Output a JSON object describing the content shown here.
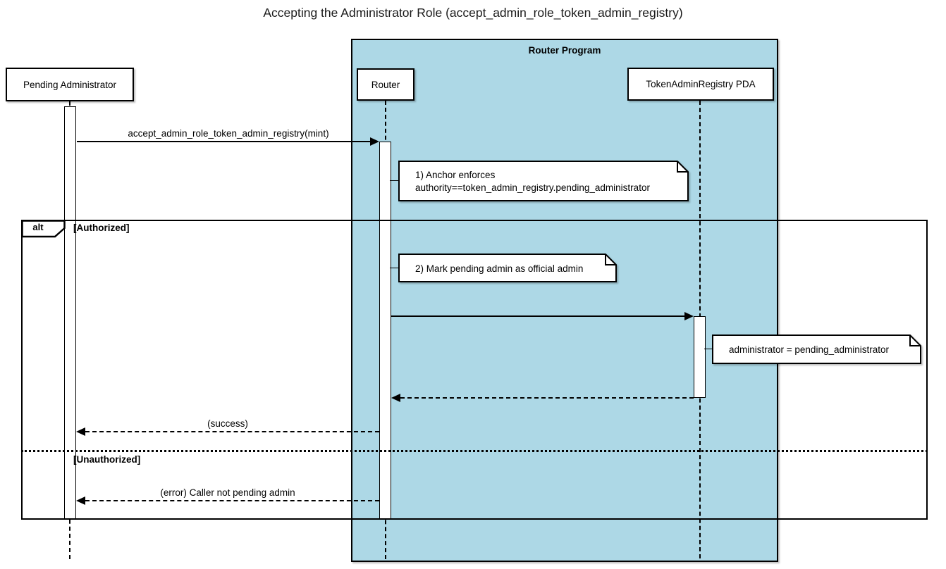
{
  "title": "Accepting the Administrator Role (accept_admin_role_token_admin_registry)",
  "colors": {
    "program_frame_bg": "#ADD8E6",
    "border": "#000000",
    "note_bg": "#FFFFFF"
  },
  "program_frame": {
    "label": "Router Program"
  },
  "participants": [
    {
      "label": "Pending Administrator"
    },
    {
      "label": "Router"
    },
    {
      "label": "TokenAdminRegistry PDA"
    }
  ],
  "alt_frame": {
    "operator": "alt",
    "branches": [
      {
        "guard": "[Authorized]"
      },
      {
        "guard": "[Unauthorized]"
      }
    ]
  },
  "messages": [
    {
      "label": "accept_admin_role_token_admin_registry(mint)",
      "from": "Pending Administrator",
      "to": "Router",
      "style": "solid"
    },
    {
      "label": "",
      "from": "Router",
      "to": "TokenAdminRegistry PDA",
      "style": "solid"
    },
    {
      "label": "",
      "from": "TokenAdminRegistry PDA",
      "to": "Router",
      "style": "dashed-return"
    },
    {
      "label": "(success)",
      "from": "Router",
      "to": "Pending Administrator",
      "style": "dashed-return"
    },
    {
      "label": "(error) Caller not pending admin",
      "from": "Router",
      "to": "Pending Administrator",
      "style": "dashed-return"
    }
  ],
  "notes": [
    {
      "lines": [
        "1) Anchor enforces",
        "authority==token_admin_registry.pending_administrator"
      ]
    },
    {
      "lines": [
        "2) Mark pending admin as official admin"
      ]
    },
    {
      "lines": [
        "administrator = pending_administrator"
      ]
    }
  ]
}
